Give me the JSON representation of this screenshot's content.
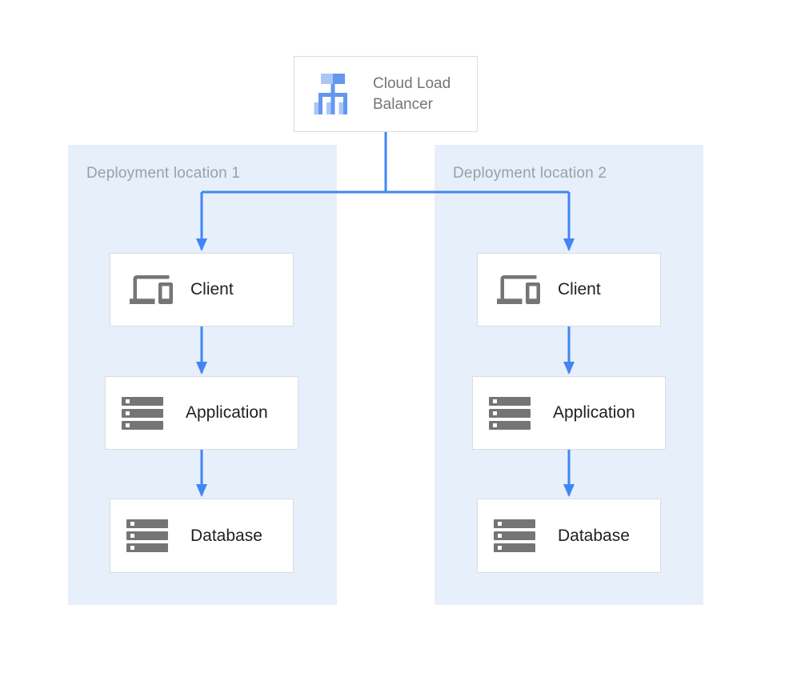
{
  "colors": {
    "page_bg": "#ffffff",
    "panel_bg": "#e6effa",
    "panel_label": "#9aa0a6",
    "box_bg": "#ffffff",
    "box_border": "#dadce0",
    "node_label": "#202124",
    "lb_label": "#757575",
    "icon_gray": "#757575",
    "arrow_blue": "#4285f4",
    "lb_icon_light": "#a9c6f7",
    "lb_icon_dark": "#6397f0"
  },
  "load_balancer": {
    "label": "Cloud Load Balancer",
    "icon": "load-balancer-icon"
  },
  "deployments": [
    {
      "label": "Deployment location 1",
      "nodes": [
        {
          "label": "Client",
          "icon": "devices-icon"
        },
        {
          "label": "Application",
          "icon": "server-stack-icon"
        },
        {
          "label": "Database",
          "icon": "server-stack-icon"
        }
      ]
    },
    {
      "label": "Deployment location 2",
      "nodes": [
        {
          "label": "Client",
          "icon": "devices-icon"
        },
        {
          "label": "Application",
          "icon": "server-stack-icon"
        },
        {
          "label": "Database",
          "icon": "server-stack-icon"
        }
      ]
    }
  ]
}
